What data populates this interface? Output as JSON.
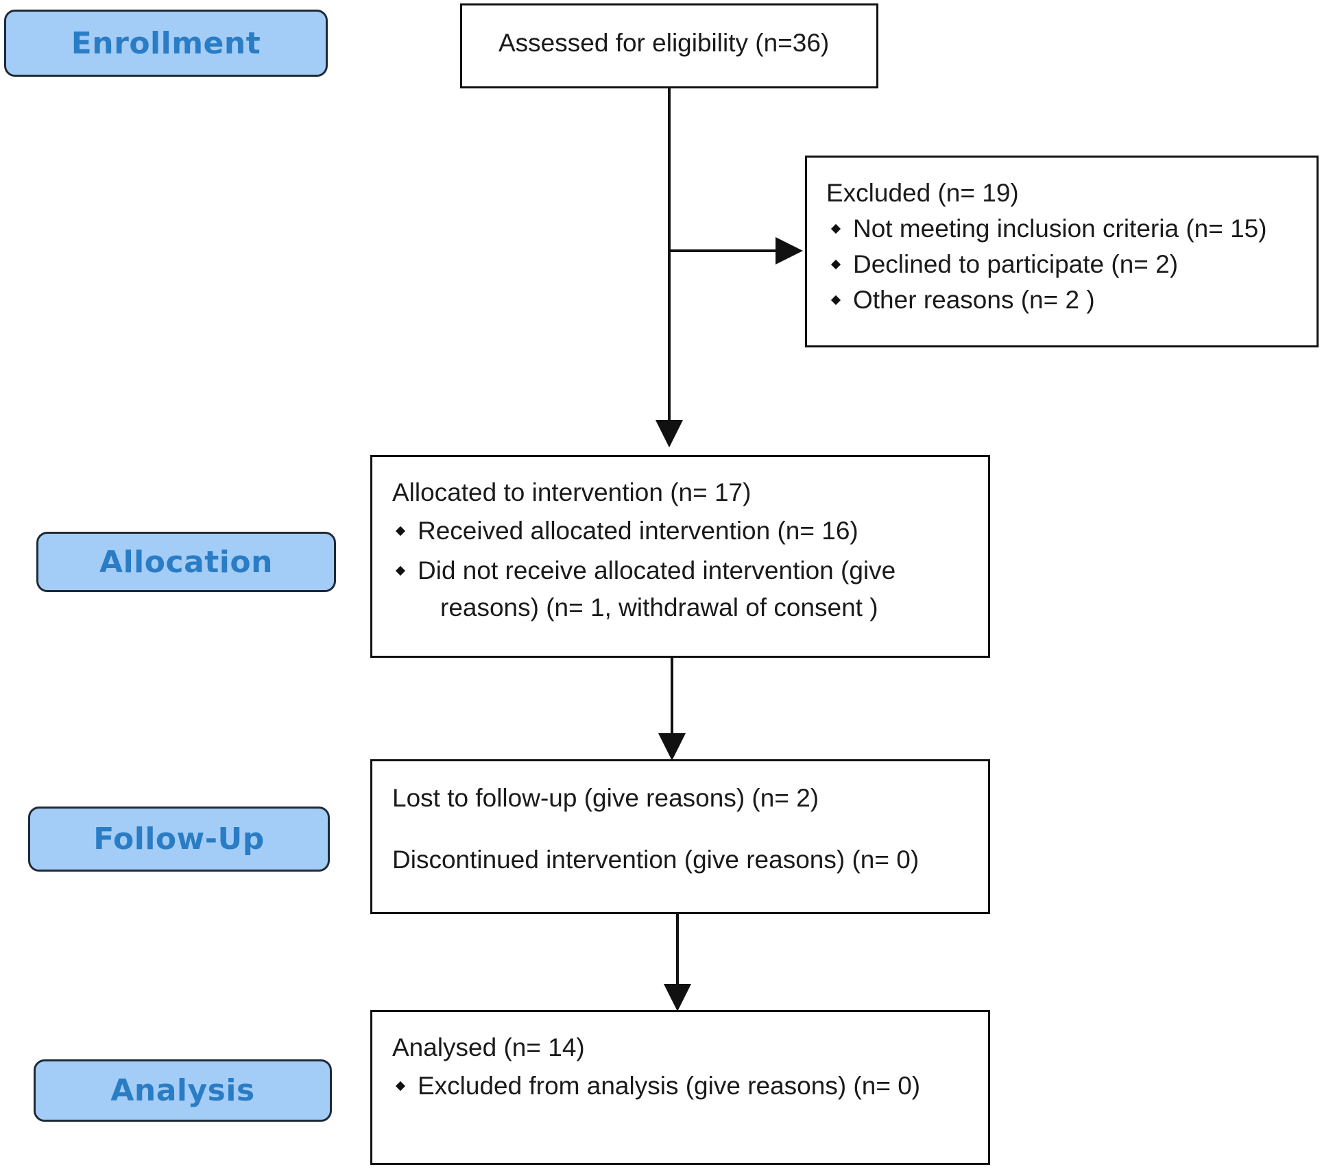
{
  "stages": {
    "enrollment": "Enrollment",
    "allocation": "Allocation",
    "follow_up": "Follow-Up",
    "analysis": "Analysis"
  },
  "assessed": {
    "text": "Assessed for eligibility (n=36)"
  },
  "excluded": {
    "title": "Excluded (n= 19)",
    "items": [
      "Not meeting inclusion criteria (n= 15)",
      "Declined to participate (n= 2)",
      "Other reasons (n= 2 )"
    ]
  },
  "allocated": {
    "title": "Allocated to intervention (n= 17)",
    "item_received": "Received allocated intervention (n= 16)",
    "item_not_received_line1": "Did not receive allocated intervention (give",
    "item_not_received_line2": "reasons) (n= 1, withdrawal of consent )"
  },
  "follow_up": {
    "lost": "Lost to follow-up (give reasons) (n= 2)",
    "discontinued": "Discontinued intervention (give reasons) (n= 0)"
  },
  "analysis": {
    "analysed": "Analysed (n= 14)",
    "excluded": "Excluded from analysis (give reasons) (n= 0)"
  },
  "colors": {
    "stage_fill": "#a3cdf7",
    "stage_text": "#2a7cc4",
    "line": "#111111"
  }
}
